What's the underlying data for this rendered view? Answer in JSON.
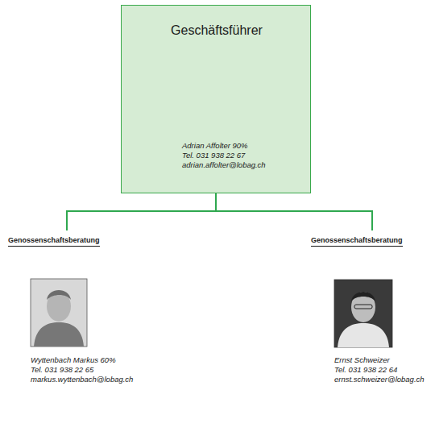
{
  "diagram": {
    "nodes": [
      {
        "text": [
          "Geschäftsführer",
          "Adrian Affolter 90%",
          "Tel. 031 938 22 67",
          "adrian.affolter@lobag.ch"
        ]
      },
      {
        "text": [
          "Genossenschaftsberatung",
          "Wyttenbach Markus 60%",
          "Tel. 031 938 22 65",
          "markus.wyttenbach@lobag.ch"
        ]
      },
      {
        "text": [
          "Genossenschaftsberatung",
          "Ernst Schweizer",
          "Tel. 031 938 22 64",
          "ernst.schweizer@lobag.ch"
        ]
      }
    ],
    "edges": [
      {
        "from": 0,
        "to": 1,
        "arrow": "none"
      },
      {
        "from": 0,
        "to": 2,
        "arrow": "none"
      }
    ]
  }
}
